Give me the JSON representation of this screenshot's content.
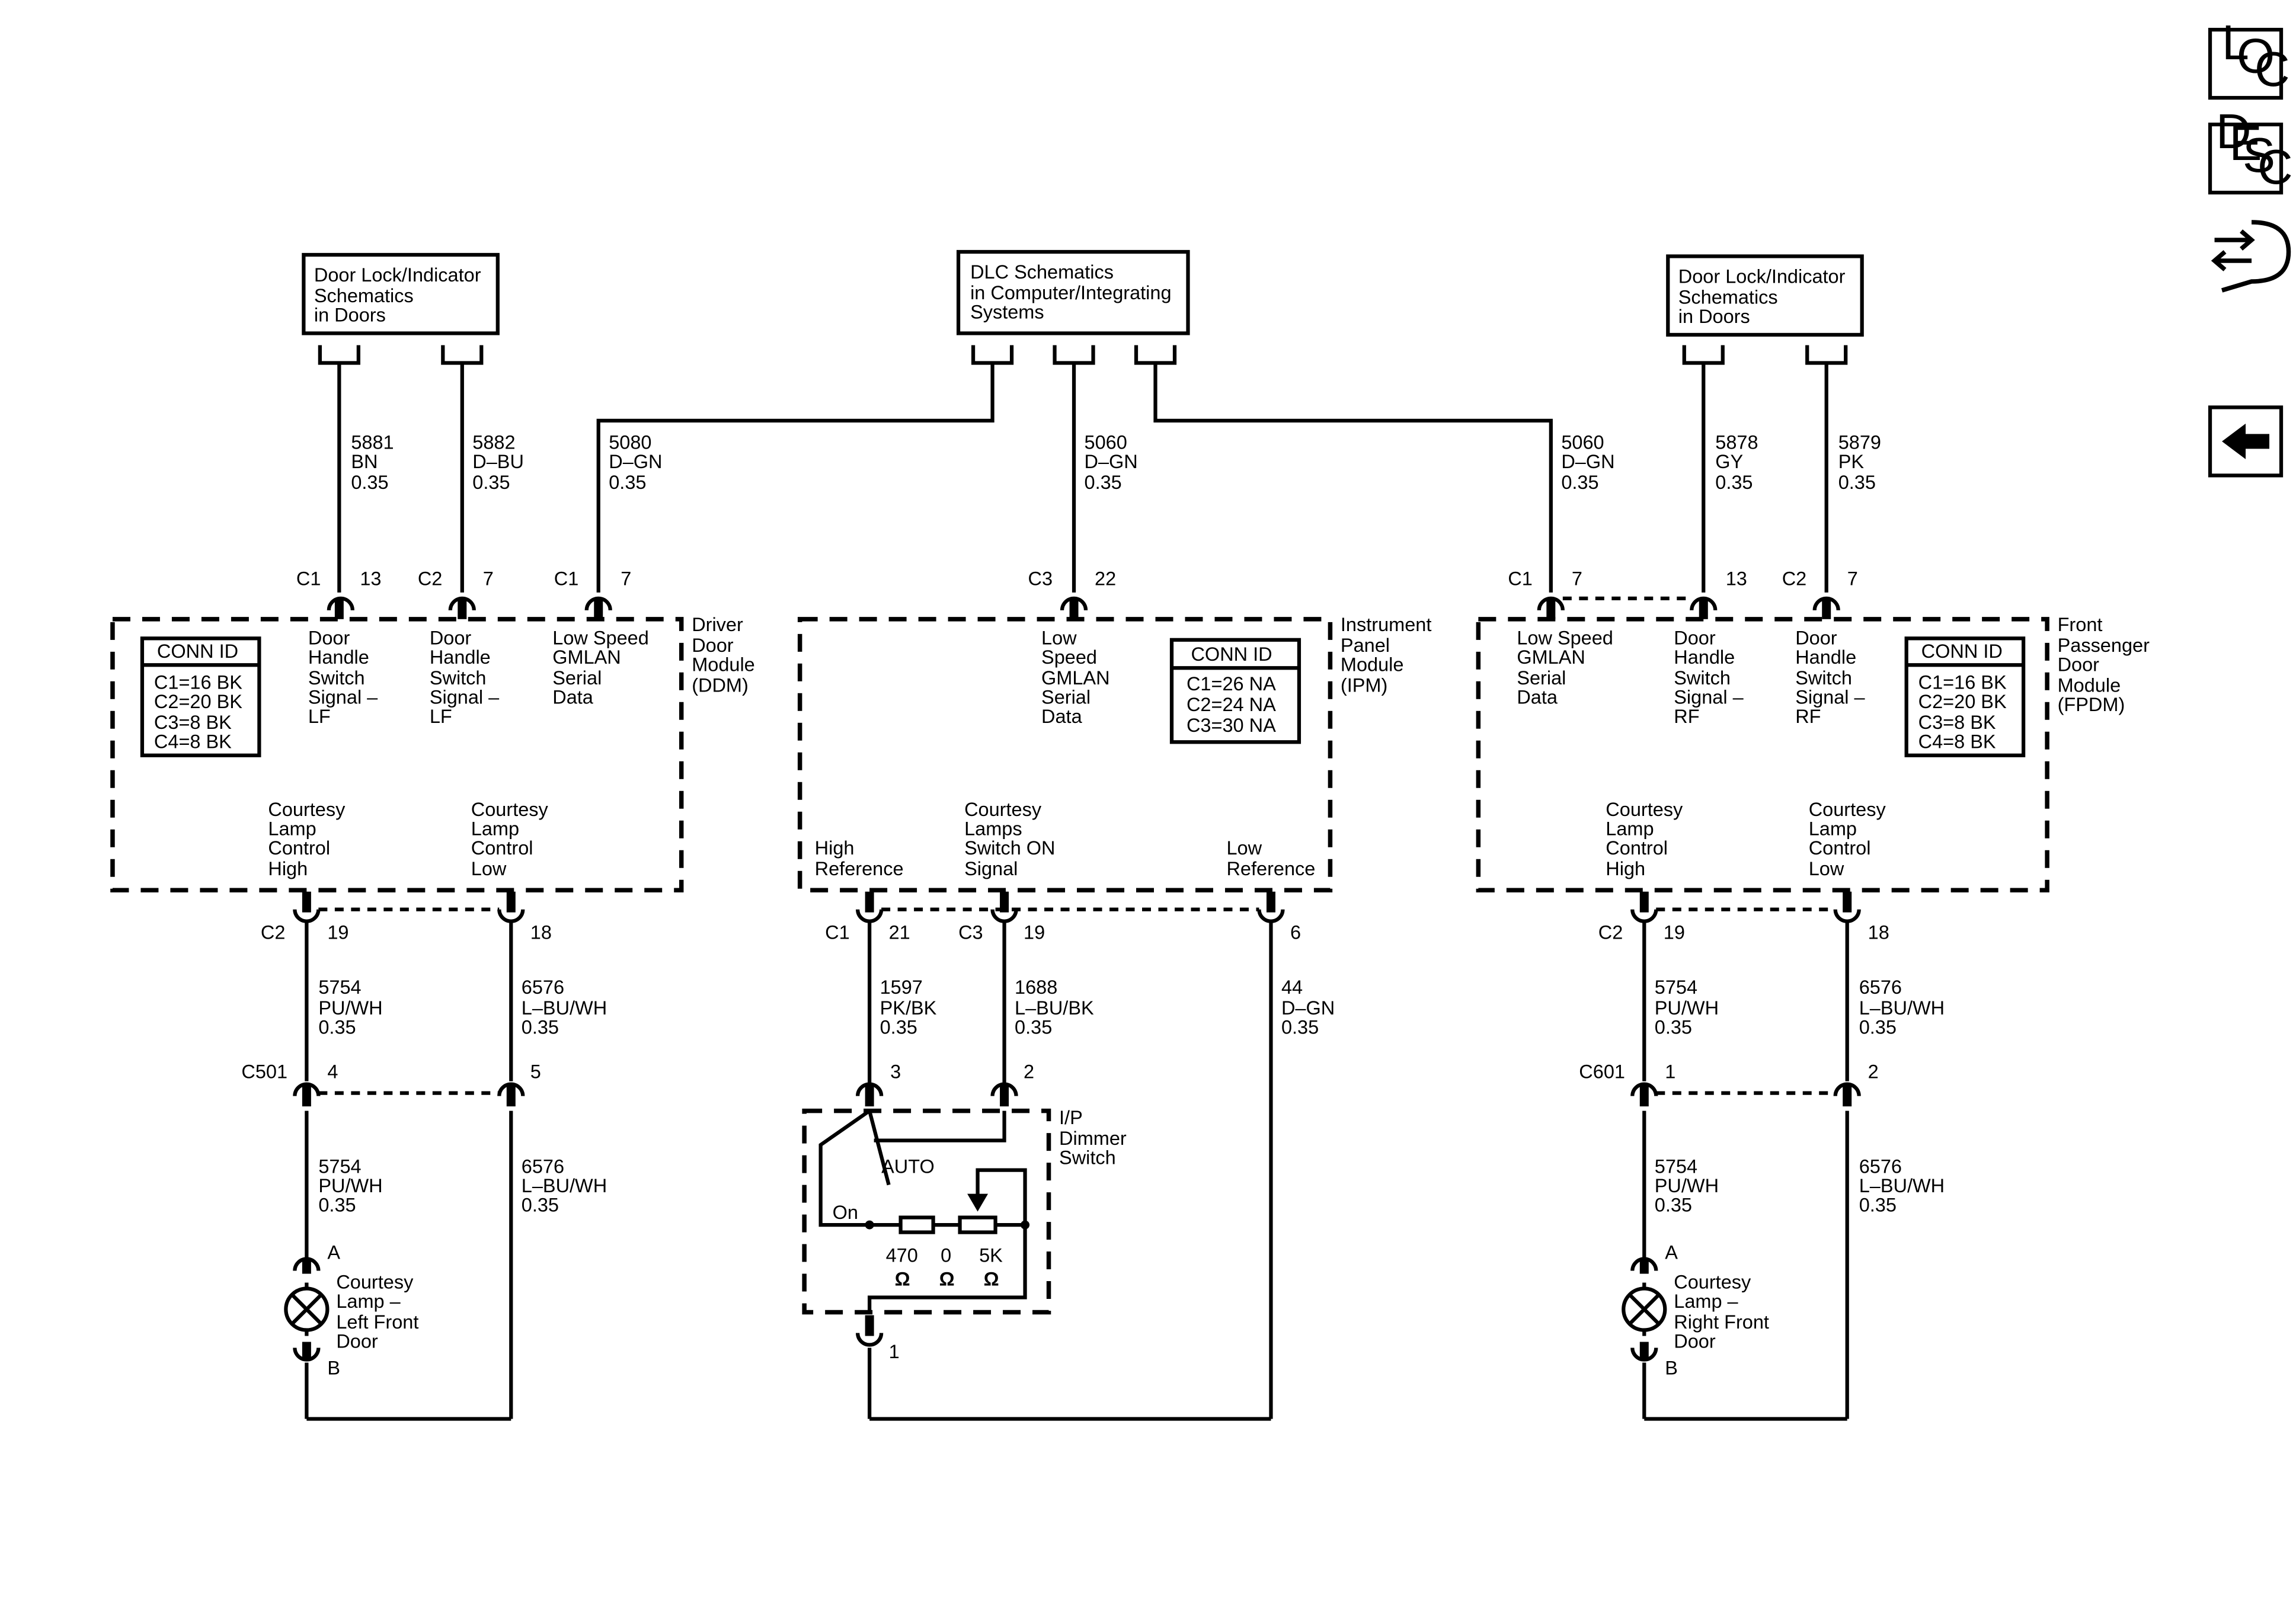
{
  "refs": {
    "left_doorlock": [
      "Door Lock/Indicator",
      "Schematics",
      "in Doors"
    ],
    "dlc": [
      "DLC Schematics",
      "in Computer/Integrating",
      "Systems"
    ],
    "right_doorlock": [
      "Door Lock/Indicator",
      "Schematics",
      "in Doors"
    ]
  },
  "side_nav": {
    "loc": {
      "l1": "L",
      "l2": "O",
      "l3": "C"
    },
    "desc": {
      "l1": "D",
      "l2": "E",
      "l3": "S",
      "l4": "C"
    }
  },
  "wires_top": {
    "w5881": [
      "5881",
      "BN",
      "0.35"
    ],
    "w5882": [
      "5882",
      "D–BU",
      "0.35"
    ],
    "w5080": [
      "5080",
      "D–GN",
      "0.35"
    ],
    "w5060a": [
      "5060",
      "D–GN",
      "0.35"
    ],
    "w5060b": [
      "5060",
      "D–GN",
      "0.35"
    ],
    "w5878": [
      "5878",
      "GY",
      "0.35"
    ],
    "w5879": [
      "5879",
      "PK",
      "0.35"
    ]
  },
  "pins_top": {
    "ddm_c1": "C1",
    "ddm_13": "13",
    "ddm_c2": "C2",
    "ddm_7a": "7",
    "ddm_c1b": "C1",
    "ddm_7b": "7",
    "ipm_c3": "C3",
    "ipm_22": "22",
    "fpdm_c1": "C1",
    "fpdm_7a": "7",
    "fpdm_13": "13",
    "fpdm_c2": "C2",
    "fpdm_7b": "7"
  },
  "ddm": {
    "name": [
      "Driver",
      "Door",
      "Module",
      "(DDM)"
    ],
    "conn_title": "CONN ID",
    "conn": [
      "C1=16 BK",
      "C2=20 BK",
      "C3=8 BK",
      "C4=8 BK"
    ],
    "sig1": [
      "Door",
      "Handle",
      "Switch",
      "Signal –",
      "LF"
    ],
    "sig2": [
      "Door",
      "Handle",
      "Switch",
      "Signal –",
      "LF"
    ],
    "sig3": [
      "Low Speed",
      "GMLAN",
      "Serial",
      "Data"
    ],
    "bot1": [
      "Courtesy",
      "Lamp",
      "Control",
      "High"
    ],
    "bot2": [
      "Courtesy",
      "Lamp",
      "Control",
      "Low"
    ]
  },
  "ipm": {
    "name": [
      "Instrument",
      "Panel",
      "Module",
      "(IPM)"
    ],
    "conn_title": "CONN ID",
    "conn": [
      "C1=26 NA",
      "C2=24 NA",
      "C3=30 NA"
    ],
    "sig1": [
      "Low",
      "Speed",
      "GMLAN",
      "Serial",
      "Data"
    ],
    "bot1": [
      "High",
      "Reference"
    ],
    "bot2": [
      "Courtesy",
      "Lamps",
      "Switch ON",
      "Signal"
    ],
    "bot3": [
      "Low",
      "Reference"
    ]
  },
  "fpdm": {
    "name": [
      "Front",
      "Passenger",
      "Door",
      "Module",
      "(FPDM)"
    ],
    "conn_title": "CONN ID",
    "conn": [
      "C1=16 BK",
      "C2=20 BK",
      "C3=8 BK",
      "C4=8 BK"
    ],
    "sig1": [
      "Low Speed",
      "GMLAN",
      "Serial",
      "Data"
    ],
    "sig2": [
      "Door",
      "Handle",
      "Switch",
      "Signal –",
      "RF"
    ],
    "sig3": [
      "Door",
      "Handle",
      "Switch",
      "Signal –",
      "RF"
    ],
    "bot1": [
      "Courtesy",
      "Lamp",
      "Control",
      "High"
    ],
    "bot2": [
      "Courtesy",
      "Lamp",
      "Control",
      "Low"
    ]
  },
  "pins_mid": {
    "ddm_c2": "C2",
    "ddm_19": "19",
    "ddm_18": "18",
    "ipm_c1": "C1",
    "ipm_21": "21",
    "ipm_c3": "C3",
    "ipm_19": "19",
    "ipm_6": "6",
    "fpdm_c2": "C2",
    "fpdm_19": "19",
    "fpdm_18": "18"
  },
  "wires_mid": {
    "l5754": [
      "5754",
      "PU/WH",
      "0.35"
    ],
    "l6576": [
      "6576",
      "L–BU/WH",
      "0.35"
    ],
    "w1597": [
      "1597",
      "PK/BK",
      "0.35"
    ],
    "w1688": [
      "1688",
      "L–BU/BK",
      "0.35"
    ],
    "w44": [
      "44",
      "D–GN",
      "0.35"
    ],
    "r5754": [
      "5754",
      "PU/WH",
      "0.35"
    ],
    "r6576": [
      "6576",
      "L–BU/WH",
      "0.35"
    ]
  },
  "inline": {
    "left_name": "C501",
    "left_p4": "4",
    "left_p5": "5",
    "right_name": "C601",
    "right_p1": "1",
    "right_p2": "2"
  },
  "wires_low": {
    "l5754": [
      "5754",
      "PU/WH",
      "0.35"
    ],
    "l6576": [
      "6576",
      "L–BU/WH",
      "0.35"
    ],
    "r5754": [
      "5754",
      "PU/WH",
      "0.35"
    ],
    "r6576": [
      "6576",
      "L–BU/WH",
      "0.35"
    ]
  },
  "lamps": {
    "left": {
      "pin_a": "A",
      "pin_b": "B",
      "name": [
        "Courtesy",
        "Lamp –",
        "Left Front",
        "Door"
      ]
    },
    "right": {
      "pin_a": "A",
      "pin_b": "B",
      "name": [
        "Courtesy",
        "Lamp –",
        "Right Front",
        "Door"
      ]
    }
  },
  "dimmer": {
    "name": [
      "I/P",
      "Dimmer",
      "Switch"
    ],
    "pin3": "3",
    "pin2": "2",
    "pin1": "1",
    "auto": "AUTO",
    "on": "On",
    "r1": "470",
    "r2": "0",
    "r3": "5K",
    "ohm": "Ω"
  }
}
